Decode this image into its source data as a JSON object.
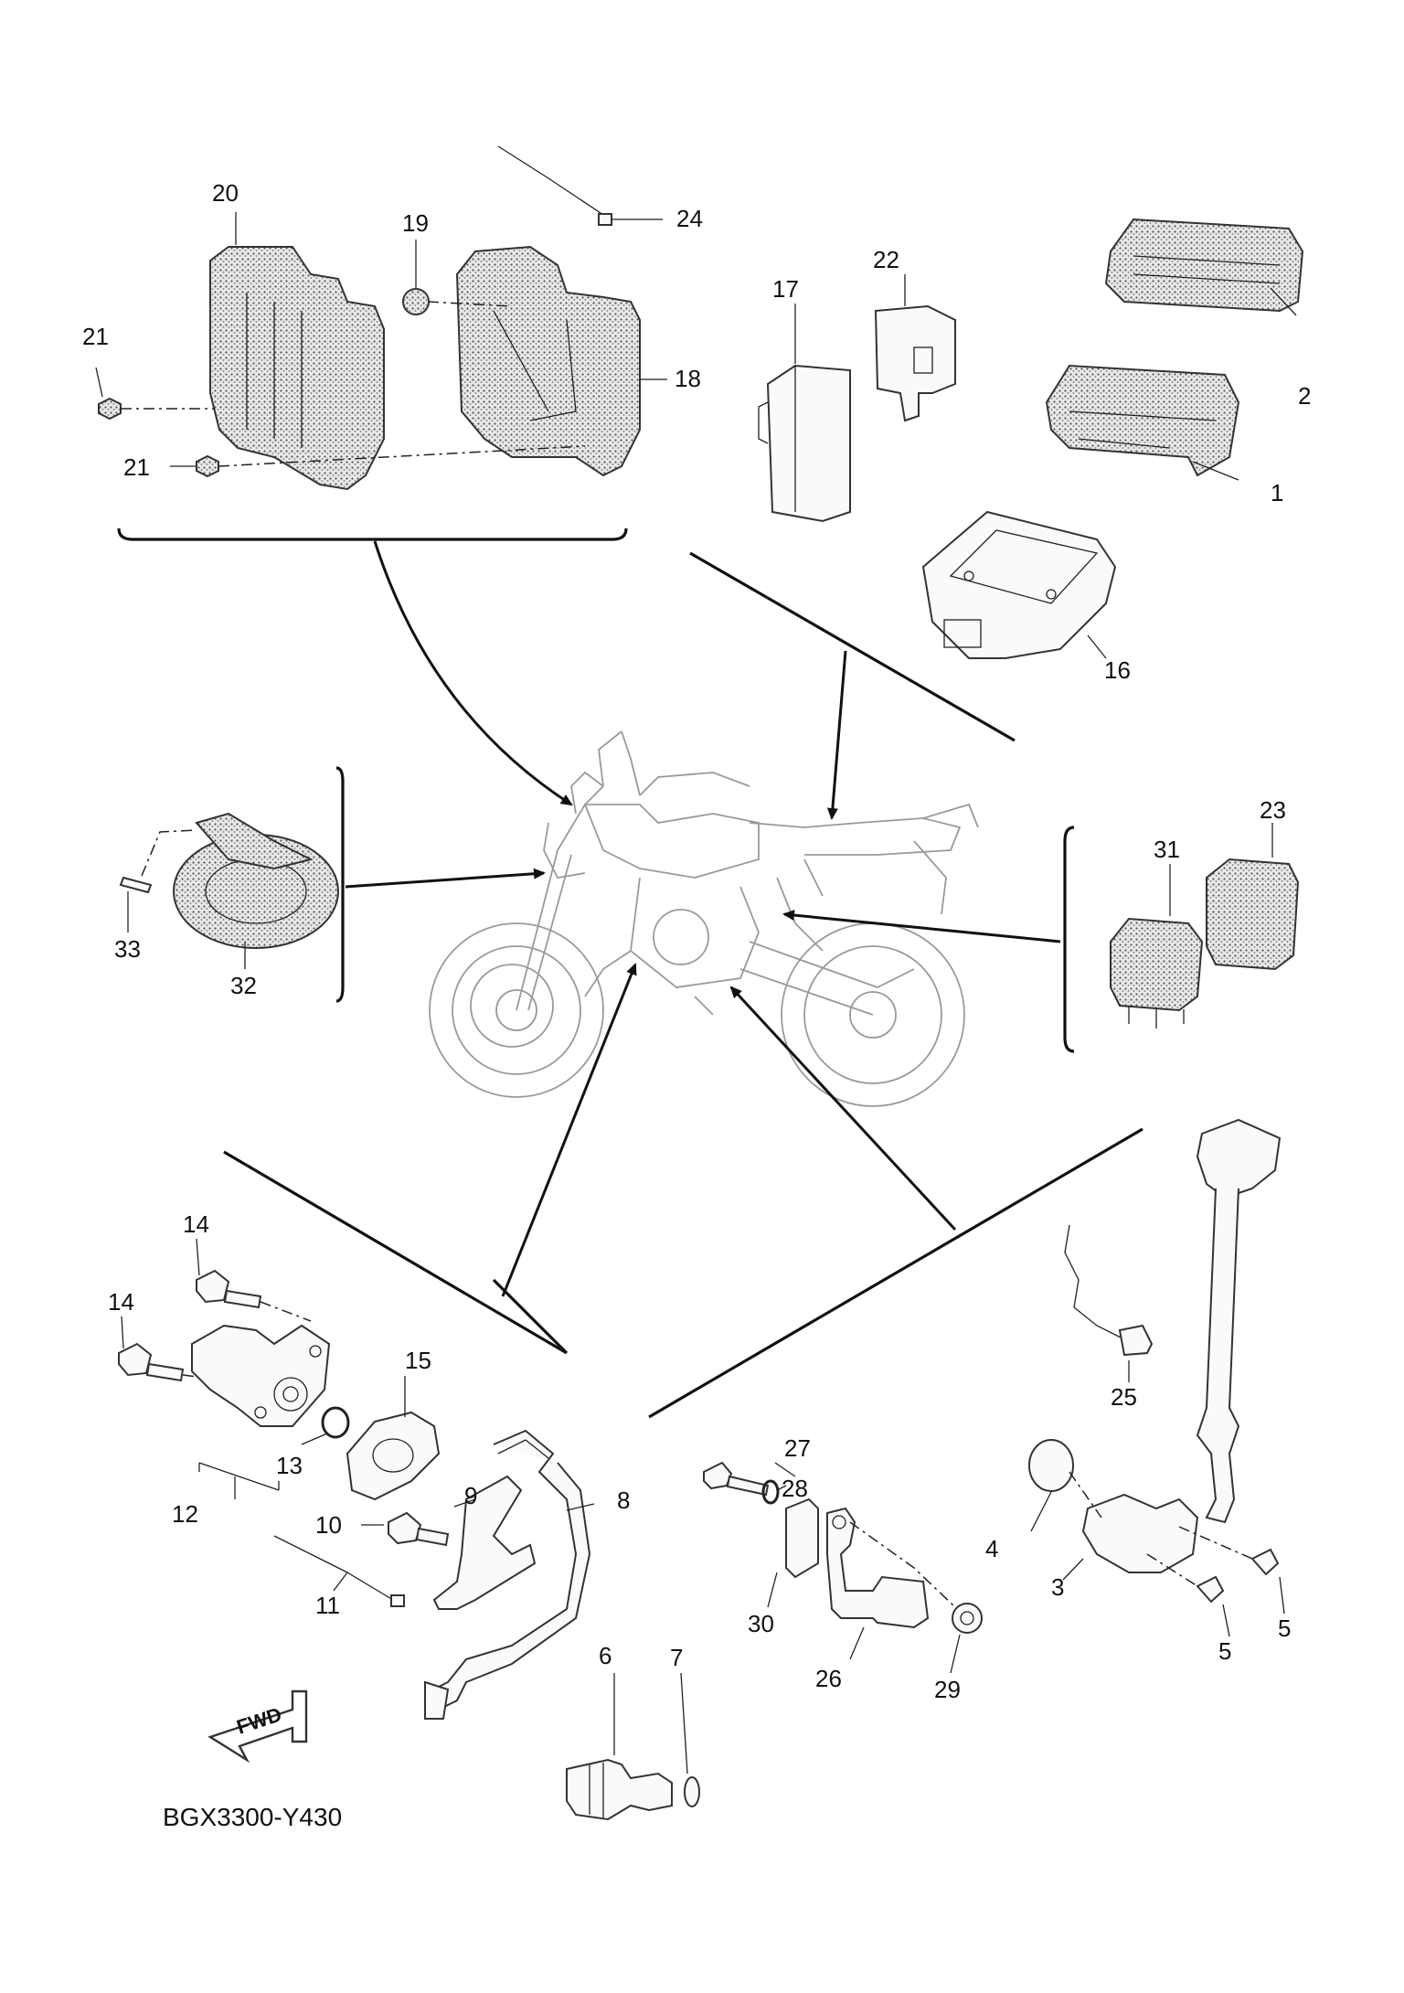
{
  "diagram_code": "BGX3300-Y430",
  "fwd_label": "FWD",
  "callouts": {
    "c1": "1",
    "c2": "2",
    "c3": "3",
    "c4": "4",
    "c5a": "5",
    "c5b": "5",
    "c6": "6",
    "c7": "7",
    "c8": "8",
    "c9": "9",
    "c10": "10",
    "c11": "11",
    "c12": "12",
    "c13": "13",
    "c14a": "14",
    "c14b": "14",
    "c15": "15",
    "c16": "16",
    "c17": "17",
    "c18": "18",
    "c19": "19",
    "c20": "20",
    "c21a": "21",
    "c21b": "21",
    "c22": "22",
    "c23": "23",
    "c24": "24",
    "c25": "25",
    "c26": "26",
    "c27": "27",
    "c28": "28",
    "c29": "29",
    "c30": "30",
    "c31": "31",
    "c32": "32",
    "c33": "33"
  }
}
